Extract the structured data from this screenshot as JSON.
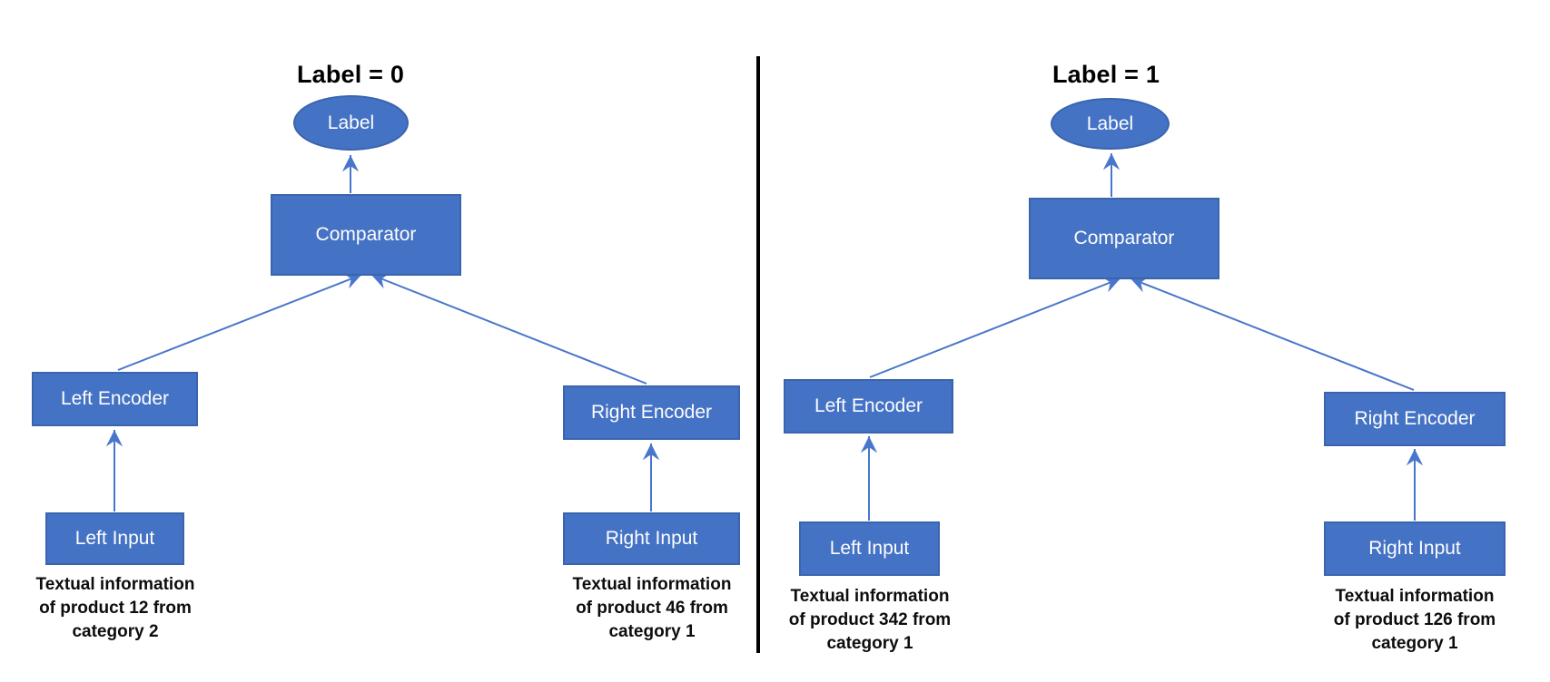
{
  "figure": {
    "panels": [
      {
        "title": "Label = 0",
        "nodes": {
          "label": "Label",
          "comparator": "Comparator",
          "left_encoder": "Left Encoder",
          "right_encoder": "Right Encoder",
          "left_input": "Left Input",
          "right_input": "Right Input"
        },
        "captions": {
          "left": [
            "Textual information",
            "of product 12 from",
            "category 2"
          ],
          "right": [
            "Textual information",
            "of product 46 from",
            "category 1"
          ]
        }
      },
      {
        "title": "Label = 1",
        "nodes": {
          "label": "Label",
          "comparator": "Comparator",
          "left_encoder": "Left Encoder",
          "right_encoder": "Right Encoder",
          "left_input": "Left Input",
          "right_input": "Right Input"
        },
        "captions": {
          "left": [
            "Textual information",
            "of product 342 from",
            "category 1"
          ],
          "right": [
            "Textual information",
            "of product 126 from",
            "category 1"
          ]
        }
      }
    ],
    "colors": {
      "shape_fill": "#4472C4",
      "shape_border": "#3A64AD",
      "shape_text": "#FDFDFD",
      "connector": "#4876CC",
      "caption_text": "#0D0D0D",
      "divider": "#000000",
      "background": "#FFFFFF"
    }
  }
}
